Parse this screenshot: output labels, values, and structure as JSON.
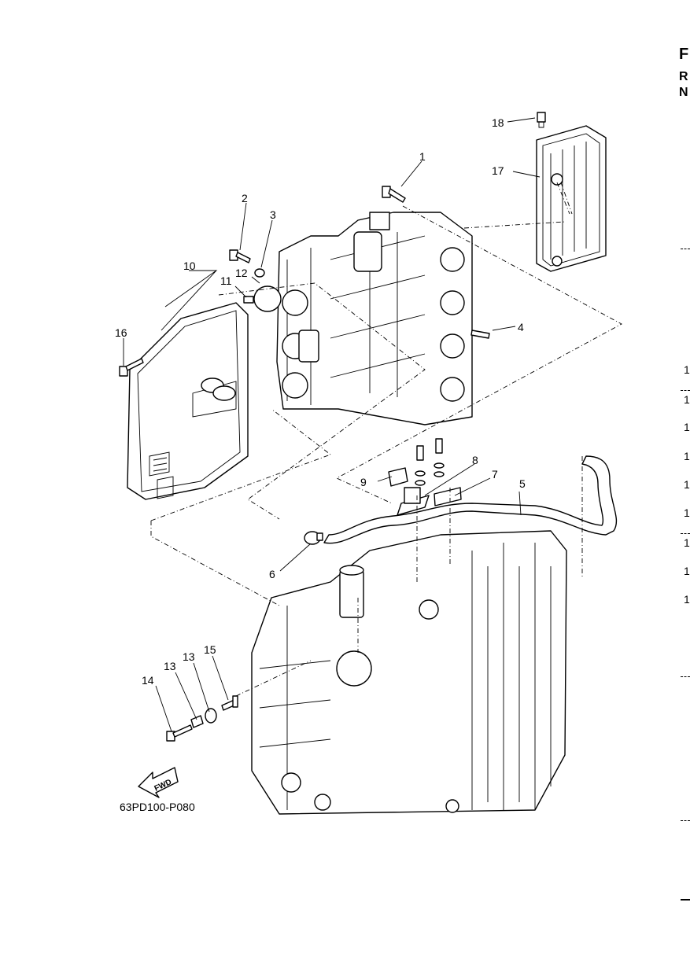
{
  "figure": {
    "code": "63PD100-P080",
    "fwd_label": "FWD",
    "callouts": [
      "1",
      "2",
      "3",
      "4",
      "5",
      "6",
      "7",
      "8",
      "9",
      "10",
      "11",
      "12",
      "13",
      "13",
      "14",
      "15",
      "16",
      "17",
      "18"
    ]
  },
  "edge_fragments": {
    "letters": [
      "F",
      "R",
      "N"
    ],
    "numbers": [
      "1",
      "1",
      "1",
      "1",
      "1",
      "1",
      "1",
      "1",
      "1"
    ]
  }
}
